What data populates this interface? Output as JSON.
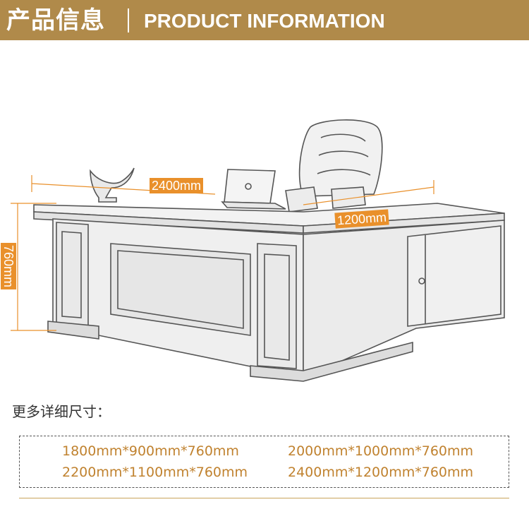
{
  "header": {
    "title_cn": "产品信息",
    "title_en": "PRODUCT INFORMATION"
  },
  "dimensions": {
    "width": "2400mm",
    "depth": "1200mm",
    "height": "760mm"
  },
  "more_sizes": {
    "title": "更多详细尺寸：",
    "items": [
      "1800mm*900mm*760mm",
      "2000mm*1000mm*760mm",
      "2200mm*1100mm*760mm",
      "2400mm*1200mm*760mm"
    ]
  },
  "colors": {
    "header_bg": "#b08a4a",
    "accent_orange": "#e9902b",
    "size_text": "#c0822f"
  }
}
